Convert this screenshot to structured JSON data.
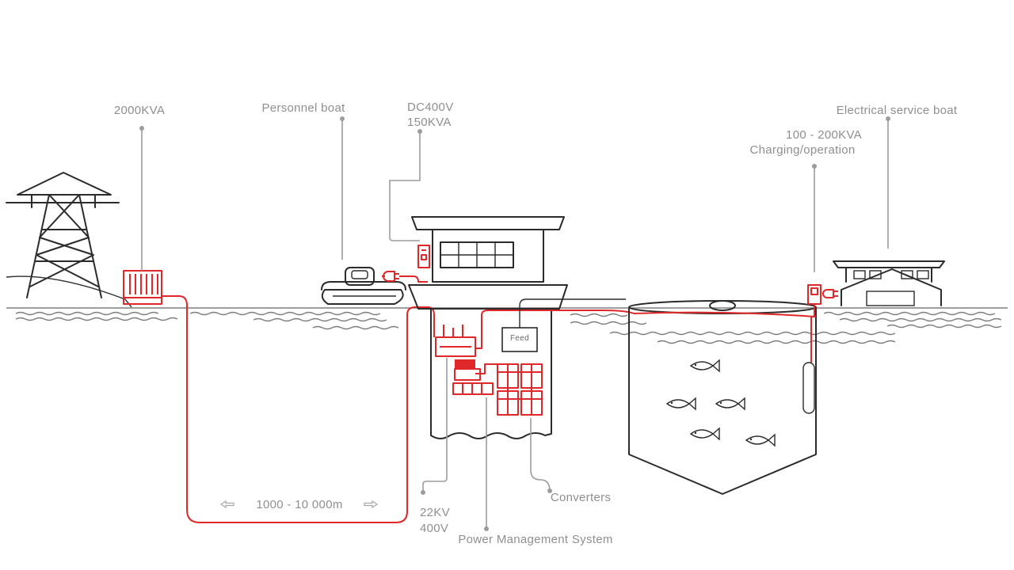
{
  "labels": {
    "transformer_rating": "2000KVA",
    "personnel_boat": "Personnel boat",
    "dc_voltage": "DC400V",
    "dc_power": "150KVA",
    "service_boat": "Electrical service boat",
    "charging_power": "100 - 200KVA",
    "charging_mode": "Charging/operation",
    "cable_length": "1000 - 10 000m",
    "high_voltage": "22KV",
    "low_voltage": "400V",
    "pms": "Power Management System",
    "converters": "Converters",
    "feed": "Feed"
  },
  "colors": {
    "line": "#2b2b2b",
    "power": "#e0282a",
    "leader": "#9c9c9c",
    "text": "#8f8f8f"
  }
}
